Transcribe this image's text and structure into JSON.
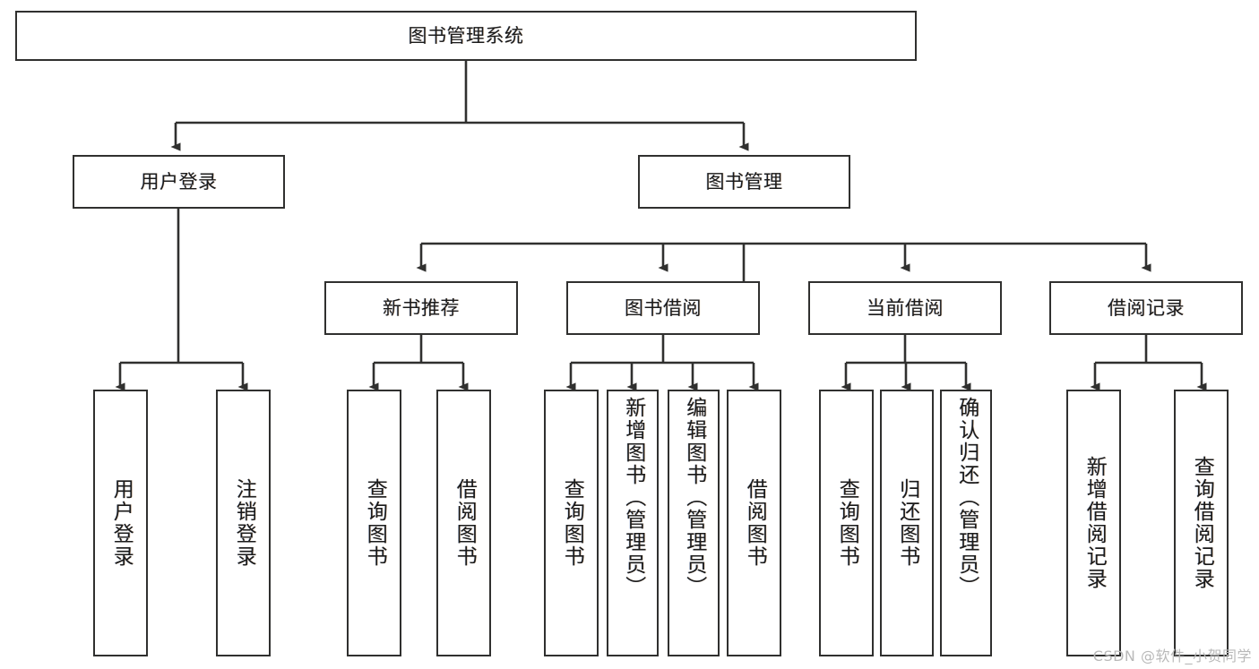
{
  "diagram": {
    "title": "图书管理系统",
    "type": "tree",
    "watermark": "CSDN @软件_小贺同学",
    "colors": {
      "stroke": "#30302f",
      "fill": "#ffffff",
      "text": "#1b1b1b",
      "watermark": "#b9b9b9"
    },
    "levels": {
      "root": "图书管理系统",
      "level2": [
        "用户登录",
        "图书管理"
      ],
      "level3": [
        "新书推荐",
        "图书借阅",
        "当前借阅",
        "借阅记录"
      ]
    },
    "nodes": {
      "root": {
        "label": "图书管理系统"
      },
      "user_login": {
        "label": "用户登录"
      },
      "book_manage": {
        "label": "图书管理"
      },
      "new_book_rec": {
        "label": "新书推荐"
      },
      "book_borrow": {
        "label": "图书借阅"
      },
      "current_borrow": {
        "label": "当前借阅"
      },
      "borrow_record": {
        "label": "借阅记录"
      },
      "leaf_user_login": {
        "label": "用户登录"
      },
      "leaf_logout": {
        "label": "注销登录"
      },
      "leaf_query_book_a": {
        "label": "查询图书"
      },
      "leaf_borrow_book_a": {
        "label": "借阅图书"
      },
      "leaf_query_book_b": {
        "label": "查询图书"
      },
      "leaf_add_book": {
        "label": "新增图书（管理员）"
      },
      "leaf_edit_book": {
        "label": "编辑图书（管理员）"
      },
      "leaf_borrow_book_b": {
        "label": "借阅图书"
      },
      "leaf_query_book_c": {
        "label": "查询图书"
      },
      "leaf_return_book": {
        "label": "归还图书"
      },
      "leaf_confirm_return": {
        "label": "确认归还（管理员）"
      },
      "leaf_add_record": {
        "label": "新增借阅记录"
      },
      "leaf_query_record": {
        "label": "查询借阅记录"
      }
    }
  }
}
